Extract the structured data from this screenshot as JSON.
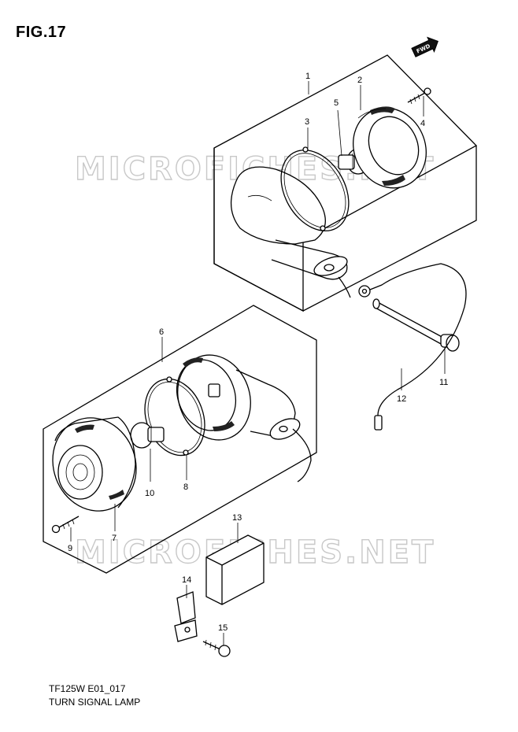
{
  "figure_title": "FIG.17",
  "footer": {
    "model_code": "TF125W E01_017",
    "part_group_name": "TURN SIGNAL LAMP"
  },
  "watermarks": [
    "MICROFICHES.NET",
    "MICROFICHES.NET"
  ],
  "direction_badge": "FWD",
  "callouts": [
    "1",
    "2",
    "3",
    "4",
    "5",
    "6",
    "7",
    "8",
    "9",
    "10",
    "11",
    "12",
    "13",
    "14",
    "15"
  ]
}
